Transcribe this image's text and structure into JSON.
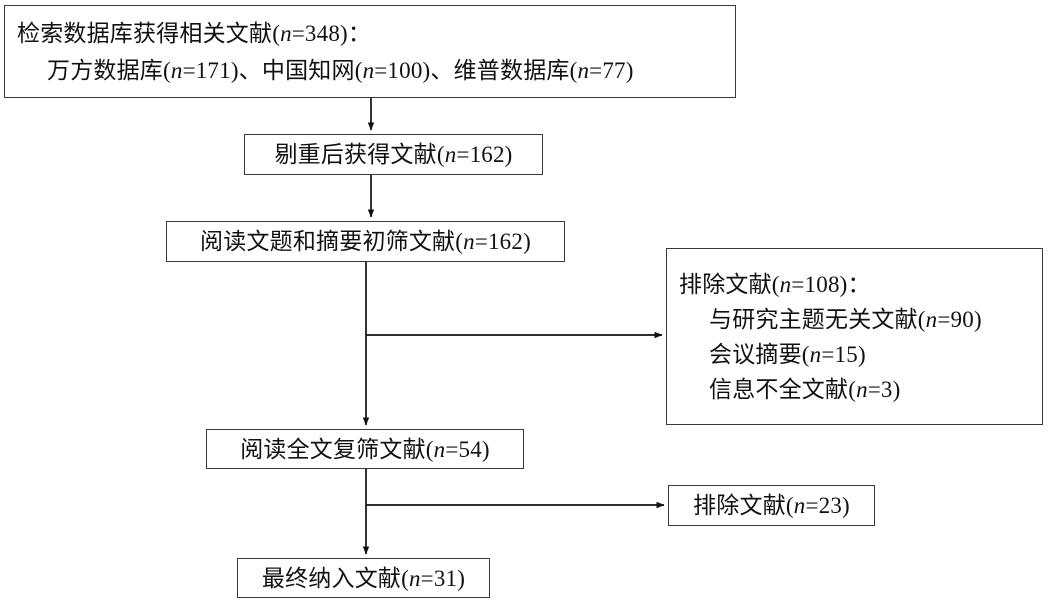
{
  "chart_data": {
    "type": "diagram",
    "diagram_kind": "prisma-flowchart",
    "title": "",
    "language": "zh-CN",
    "nodes": [
      {
        "id": "search",
        "lines": [
          "检索数据库获得相关文献(n=348)：",
          "万方数据库(n=171)、中国知网(n=100)、维普数据库(n=77)"
        ],
        "count": 348,
        "sources": [
          {
            "name": "万方数据库",
            "n": 171
          },
          {
            "name": "中国知网",
            "n": 100
          },
          {
            "name": "维普数据库",
            "n": 77
          }
        ]
      },
      {
        "id": "dedup",
        "lines": [
          "剔重后获得文献(n=162)"
        ],
        "count": 162
      },
      {
        "id": "screen1",
        "lines": [
          "阅读文题和摘要初筛文献(n=162)"
        ],
        "count": 162
      },
      {
        "id": "exclude1",
        "lines": [
          "排除文献(n=108)：",
          "与研究主题无关文献(n=90)",
          "会议摘要(n=15)",
          "信息不全文献(n=3)"
        ],
        "count": 108,
        "reasons": [
          {
            "name": "与研究主题无关文献",
            "n": 90
          },
          {
            "name": "会议摘要",
            "n": 15
          },
          {
            "name": "信息不全文献",
            "n": 3
          }
        ]
      },
      {
        "id": "screen2",
        "lines": [
          "阅读全文复筛文献(n=54)"
        ],
        "count": 54
      },
      {
        "id": "exclude2",
        "lines": [
          "排除文献(n=23)"
        ],
        "count": 23
      },
      {
        "id": "final",
        "lines": [
          "最终纳入文献(n=31)"
        ],
        "count": 31
      }
    ],
    "edges": [
      {
        "from": "search",
        "to": "dedup",
        "direction": "down"
      },
      {
        "from": "dedup",
        "to": "screen1",
        "direction": "down"
      },
      {
        "from": "screen1",
        "to": "exclude1",
        "direction": "right"
      },
      {
        "from": "screen1",
        "to": "screen2",
        "direction": "down"
      },
      {
        "from": "screen2",
        "to": "exclude2",
        "direction": "right"
      },
      {
        "from": "screen2",
        "to": "final",
        "direction": "down"
      }
    ],
    "style": {
      "box_border_color": "#3a3a3a",
      "arrow_color": "#111111",
      "background": "#ffffff",
      "text_color": "#111111"
    }
  },
  "boxes": {
    "search": {
      "line1": "检索数据库获得相关文献(",
      "line1_n": "n",
      "line1_tail": "=348)：",
      "line2_a": "万方数据库(",
      "line2_n1": "n",
      "line2_b": "=171)、中国知网(",
      "line2_n2": "n",
      "line2_c": "=100)、维普数据库(",
      "line2_n3": "n",
      "line2_d": "=77)"
    },
    "dedup": {
      "a": "剔重后获得文献(",
      "n": "n",
      "b": "=162)"
    },
    "screen1": {
      "a": "阅读文题和摘要初筛文献(",
      "n": "n",
      "b": "=162)"
    },
    "exclude1": {
      "l1a": "排除文献(",
      "l1n": "n",
      "l1b": "=108)：",
      "l2a": "与研究主题无关文献(",
      "l2n": "n",
      "l2b": "=90)",
      "l3a": "会议摘要(",
      "l3n": "n",
      "l3b": "=15)",
      "l4a": "信息不全文献(",
      "l4n": "n",
      "l4b": "=3)"
    },
    "screen2": {
      "a": "阅读全文复筛文献(",
      "n": "n",
      "b": "=54)"
    },
    "exclude2": {
      "a": "排除文献(",
      "n": "n",
      "b": "=23)"
    },
    "final": {
      "a": "最终纳入文献(",
      "n": "n",
      "b": "=31)"
    }
  }
}
